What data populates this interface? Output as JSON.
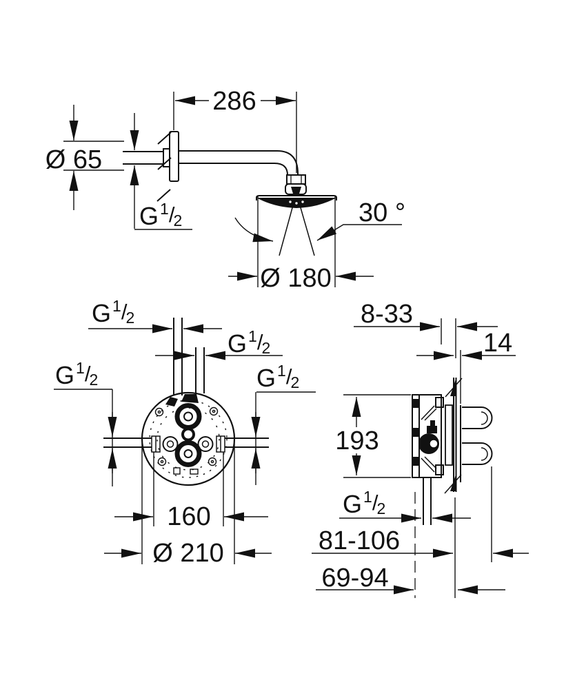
{
  "drawing": {
    "background": "#ffffff",
    "ink": "#111111"
  },
  "labels": {
    "thread": {
      "g": "G",
      "sup": "1",
      "slash": "/",
      "sub": "2"
    },
    "top_view": {
      "arm_length": "286",
      "flange_diameter": "Ø 65",
      "spray_angle": "30 °",
      "head_diameter": "Ø 180"
    },
    "front_view": {
      "port_spacing": "160",
      "plate_diameter": "Ø 210"
    },
    "side_view": {
      "wall_depth_range": "8-33",
      "plate_thickness": "14",
      "body_height": "193",
      "depth_total_range": "81-106",
      "depth_body_range": "69-94"
    }
  }
}
